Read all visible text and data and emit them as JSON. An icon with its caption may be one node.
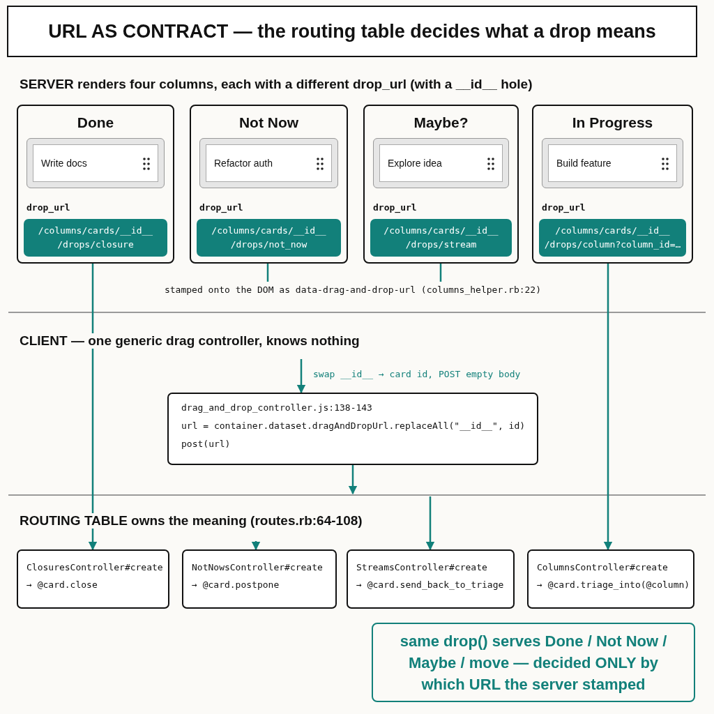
{
  "diagram": {
    "title": "URL AS CONTRACT — the routing table decides what a drop means",
    "nodes": [
      {
        "text": [
          "Done"
        ]
      },
      {
        "text": [
          "Write docs"
        ],
        "in": 0
      },
      {
        "text": [
          "/columns/cards/__id__ /drops/closure"
        ],
        "beside": [
          "drop_url"
        ],
        "in": 0
      },
      {
        "text": [
          "Not Now"
        ]
      },
      {
        "text": [
          "Refactor auth"
        ],
        "in": 3
      },
      {
        "text": [
          "/columns/cards/__id__ /drops/not_now"
        ],
        "beside": [
          "drop_url"
        ],
        "in": 3
      },
      {
        "text": [
          "Maybe?"
        ]
      },
      {
        "text": [
          "Explore idea"
        ],
        "in": 6
      },
      {
        "text": [
          "/columns/cards/__id__ /drops/stream"
        ],
        "beside": [
          "drop_url"
        ],
        "in": 6
      },
      {
        "text": [
          "In Progress"
        ]
      },
      {
        "text": [
          "Build feature"
        ],
        "in": 9
      },
      {
        "text": [
          "/columns/cards/__id__ /drops/column?column_id=…"
        ],
        "beside": [
          "drop_url"
        ],
        "in": 9
      },
      {
        "text": [
          "stamped onto the DOM as data-drag-and-drop-url (columns_helper.rb:22)"
        ]
      },
      {
        "text": [
          "drag_and_drop_controller.js:138-143",
          "url = container.dataset.dragAndDropUrl.replaceAll(\"__id__\", id)",
          "post(url)"
        ]
      },
      {
        "text": [
          "ClosuresController#create",
          "→ @card.close"
        ]
      },
      {
        "text": [
          "NotNowsController#create",
          "→ @card.postpone"
        ]
      },
      {
        "text": [
          "StreamsController#create",
          "→ @card.send_back_to_triage"
        ]
      },
      {
        "text": [
          "ColumnsController#create",
          "→ @card.triage_into(@column)"
        ]
      },
      {
        "text": [
          "same drop() serves Done / Not Now / Maybe / move — decided ONLY by which URL the server stamped"
        ]
      }
    ],
    "edges": [
      {
        "from": 0,
        "to": 14,
        "arrow": "to"
      },
      {
        "from": 3,
        "to": 12,
        "arrow": "none"
      },
      {
        "from": 6,
        "to": 12,
        "arrow": "none"
      },
      {
        "from": null,
        "to": 13,
        "arrow": "to",
        "label": "swap __id__ → card id, POST empty body"
      },
      {
        "from": 13,
        "to": null,
        "arrow": "to"
      },
      {
        "from": null,
        "to": 15,
        "arrow": "to"
      },
      {
        "from": null,
        "to": 16,
        "arrow": "to"
      },
      {
        "from": 9,
        "to": 17,
        "arrow": "to"
      }
    ],
    "labels": [
      "SERVER renders four columns, each with a different drop_url (with a __id__ hole)",
      "CLIENT — one generic drag controller, knows nothing",
      "ROUTING TABLE owns the meaning (routes.rb:64-108)"
    ]
  }
}
